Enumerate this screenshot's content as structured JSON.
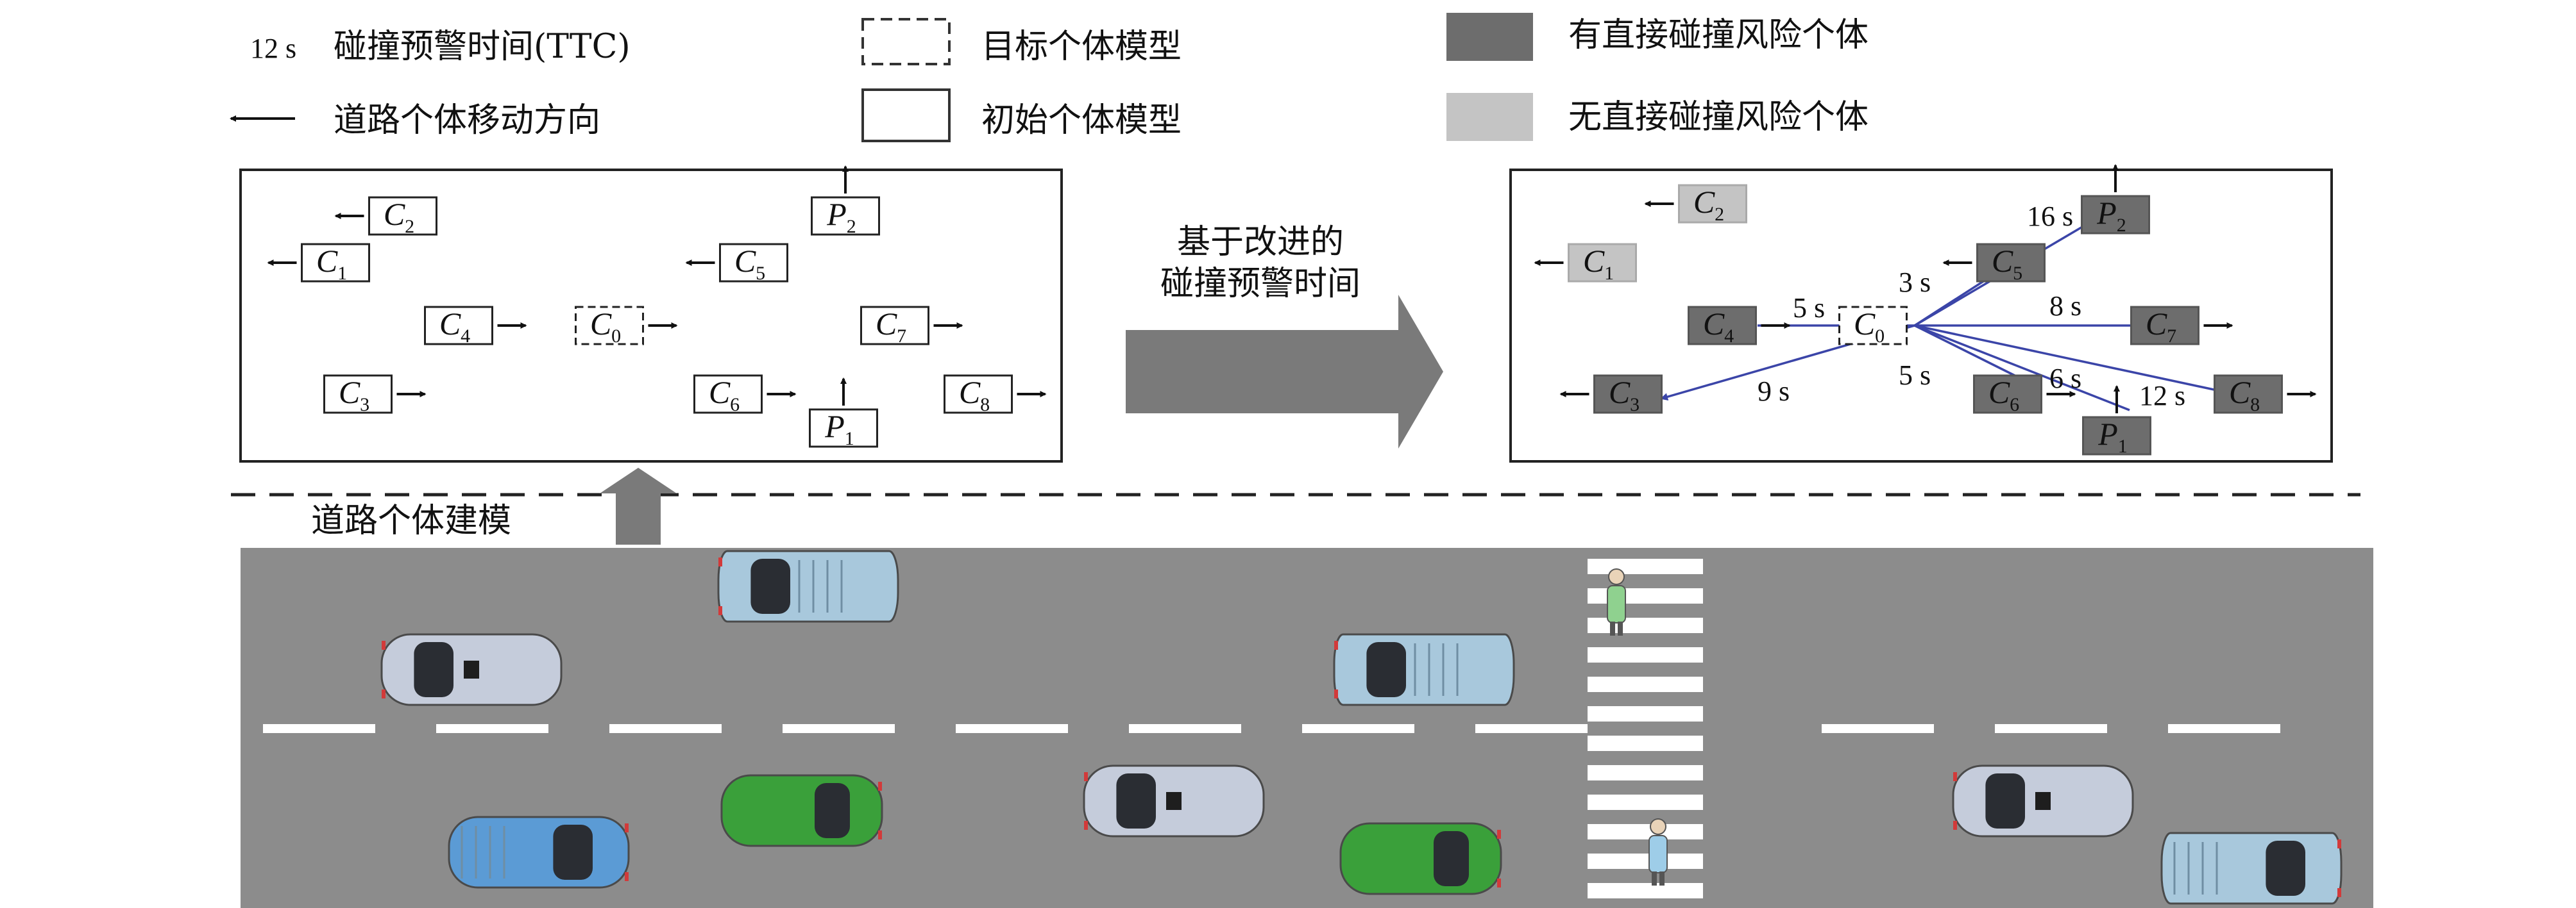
{
  "legend": {
    "ttc_example": "12 s",
    "ttc_label": "碰撞预警时间(TTC)",
    "direction_label": "道路个体移动方向",
    "target_model_label": "目标个体模型",
    "initial_model_label": "初始个体模型",
    "direct_risk_label": "有直接碰撞风险个体",
    "no_direct_risk_label": "无直接碰撞风险个体",
    "colors": {
      "direct_risk": "#6d6d6d",
      "no_direct_risk": "#c4c4c4",
      "ttc_line": "#3b45a8"
    }
  },
  "transition": {
    "line1": "基于改进的",
    "line2": "碰撞预警时间"
  },
  "modeling_label": "道路个体建模",
  "left_panel": {
    "entities": [
      {
        "id": "C2",
        "letter": "C",
        "sub": "2",
        "arrow": "left",
        "kind": "initial"
      },
      {
        "id": "C1",
        "letter": "C",
        "sub": "1",
        "arrow": "left",
        "kind": "initial"
      },
      {
        "id": "C4",
        "letter": "C",
        "sub": "4",
        "arrow": "right",
        "kind": "initial"
      },
      {
        "id": "C0",
        "letter": "C",
        "sub": "0",
        "arrow": "right",
        "kind": "target"
      },
      {
        "id": "C3",
        "letter": "C",
        "sub": "3",
        "arrow": "right",
        "kind": "initial"
      },
      {
        "id": "C5",
        "letter": "C",
        "sub": "5",
        "arrow": "left",
        "kind": "initial"
      },
      {
        "id": "C6",
        "letter": "C",
        "sub": "6",
        "arrow": "right",
        "kind": "initial"
      },
      {
        "id": "P2",
        "letter": "P",
        "sub": "2",
        "arrow": "up",
        "kind": "initial"
      },
      {
        "id": "P1",
        "letter": "P",
        "sub": "1",
        "arrow": "up",
        "kind": "initial"
      },
      {
        "id": "C7",
        "letter": "C",
        "sub": "7",
        "arrow": "right",
        "kind": "initial"
      },
      {
        "id": "C8",
        "letter": "C",
        "sub": "8",
        "arrow": "right",
        "kind": "initial"
      }
    ]
  },
  "right_panel": {
    "entities": [
      {
        "id": "C2",
        "letter": "C",
        "sub": "2",
        "arrow": "left",
        "kind": "no-risk"
      },
      {
        "id": "C1",
        "letter": "C",
        "sub": "1",
        "arrow": "left",
        "kind": "no-risk"
      },
      {
        "id": "C4",
        "letter": "C",
        "sub": "4",
        "arrow": "right",
        "kind": "risk"
      },
      {
        "id": "C0",
        "letter": "C",
        "sub": "0",
        "arrow": "none",
        "kind": "target"
      },
      {
        "id": "C3",
        "letter": "C",
        "sub": "3",
        "arrow": "left",
        "kind": "risk"
      },
      {
        "id": "C5",
        "letter": "C",
        "sub": "5",
        "arrow": "left",
        "kind": "risk"
      },
      {
        "id": "C6",
        "letter": "C",
        "sub": "6",
        "arrow": "right",
        "kind": "risk"
      },
      {
        "id": "P2",
        "letter": "P",
        "sub": "2",
        "arrow": "up",
        "kind": "risk"
      },
      {
        "id": "P1",
        "letter": "P",
        "sub": "1",
        "arrow": "up",
        "kind": "risk"
      },
      {
        "id": "C7",
        "letter": "C",
        "sub": "7",
        "arrow": "right",
        "kind": "risk"
      },
      {
        "id": "C8",
        "letter": "C",
        "sub": "8",
        "arrow": "right",
        "kind": "risk"
      }
    ],
    "ttc": [
      {
        "to": "P2",
        "label": "16 s"
      },
      {
        "to": "C5",
        "label": "3 s"
      },
      {
        "to": "C7",
        "label": "8 s"
      },
      {
        "to": "C4",
        "label": "5 s"
      },
      {
        "to": "C3",
        "label": "9 s"
      },
      {
        "to": "C6",
        "label": "5 s"
      },
      {
        "to": "P1",
        "label": "6 s"
      },
      {
        "to": "C8",
        "label": "12 s"
      }
    ]
  },
  "road": {
    "vehicles": [
      {
        "id": "v1",
        "type": "van",
        "color": "#a8c8dc",
        "facing": "left"
      },
      {
        "id": "v2",
        "type": "sedan",
        "color": "#c5ccdb",
        "facing": "left"
      },
      {
        "id": "v3",
        "type": "van",
        "color": "#a8c8dc",
        "facing": "left"
      },
      {
        "id": "v4",
        "type": "hatch",
        "color": "#3aa03a",
        "facing": "right"
      },
      {
        "id": "v5",
        "type": "sedan",
        "color": "#c5ccdb",
        "facing": "left"
      },
      {
        "id": "v6",
        "type": "hatch",
        "color": "#3aa03a",
        "facing": "right"
      },
      {
        "id": "v7",
        "type": "truck",
        "color": "#5b9bd5",
        "facing": "right"
      },
      {
        "id": "v8",
        "type": "sedan",
        "color": "#c5ccdb",
        "facing": "left"
      },
      {
        "id": "v9",
        "type": "van",
        "color": "#a8c8dc",
        "facing": "right"
      }
    ],
    "pedestrians": [
      {
        "id": "p-top",
        "color": "#8fd18f"
      },
      {
        "id": "p-bottom",
        "color": "#9ecde8"
      }
    ]
  }
}
